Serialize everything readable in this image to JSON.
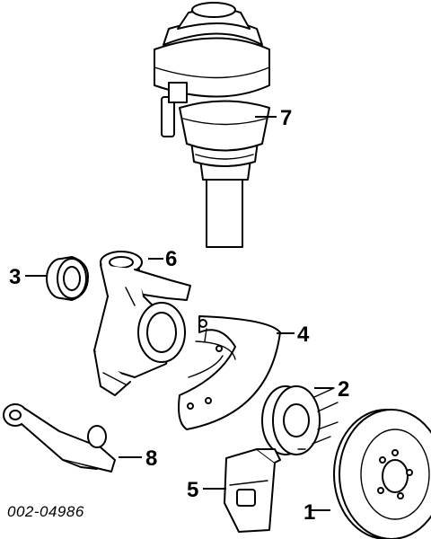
{
  "diagram": {
    "code": "002-04986",
    "callouts": [
      {
        "id": "1",
        "label": "1",
        "part_icon": "brake-rotor-icon"
      },
      {
        "id": "2",
        "label": "2",
        "part_icon": "wheel-hub-icon"
      },
      {
        "id": "3",
        "label": "3",
        "part_icon": "wheel-bearing-icon"
      },
      {
        "id": "4",
        "label": "4",
        "part_icon": "dust-shield-icon"
      },
      {
        "id": "5",
        "label": "5",
        "part_icon": "brake-caliper-icon"
      },
      {
        "id": "6",
        "label": "6",
        "part_icon": "steering-knuckle-icon"
      },
      {
        "id": "7",
        "label": "7",
        "part_icon": "strut-assembly-icon"
      },
      {
        "id": "8",
        "label": "8",
        "part_icon": "control-arm-icon"
      }
    ]
  }
}
